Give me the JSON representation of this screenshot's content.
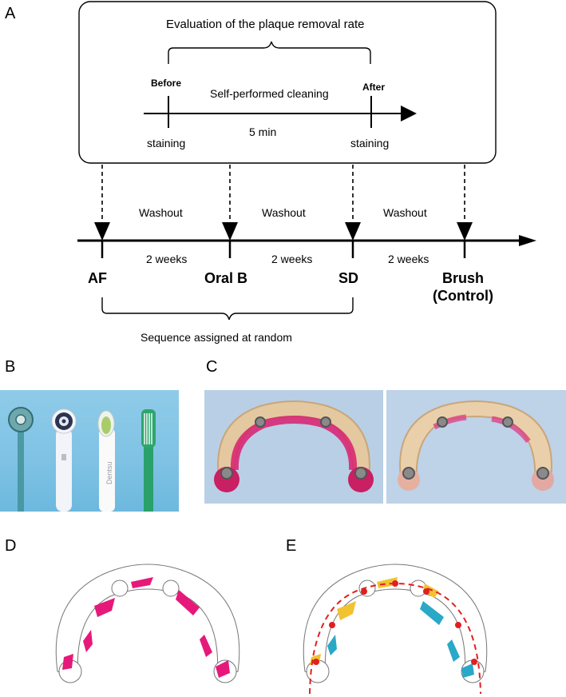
{
  "panels": {
    "a": "A",
    "b": "B",
    "c": "C",
    "d": "D",
    "e": "E"
  },
  "box": {
    "title": "Evaluation of the plaque removal rate",
    "before_label": "Before",
    "after_label": "After",
    "process_label": "Self-performed cleaning",
    "duration": "5 min",
    "staining_left": "staining",
    "staining_right": "staining"
  },
  "timeline": {
    "washout_1": "Washout",
    "washout_2": "Washout",
    "washout_3": "Washout",
    "interval_1": "2 weeks",
    "interval_2": "2 weeks",
    "interval_3": "2 weeks",
    "step_1": "AF",
    "step_2": "Oral B",
    "step_3": "SD",
    "step_4_line1": "Brush",
    "step_4_line2": "(Control)",
    "randomization": "Sequence assigned at random"
  },
  "photo_b": {
    "handle_text": "Dentsu"
  },
  "colors": {
    "plaque_magenta": "#e6197a",
    "plaque_yellow": "#f2c230",
    "plaque_cyan": "#2aa8c8",
    "dashed_red": "#e02020",
    "photo_blue": "#7fc4e6",
    "photo_grey_blue": "#b9cfe6"
  }
}
